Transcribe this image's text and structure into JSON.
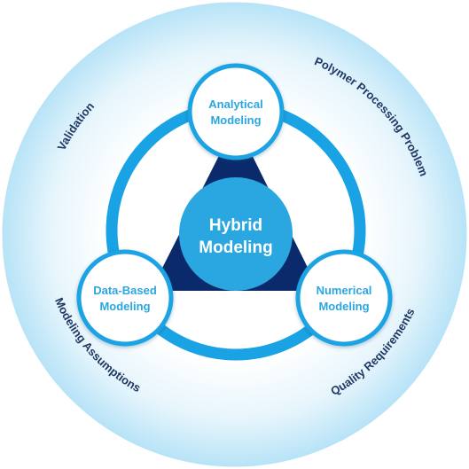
{
  "diagram": {
    "center": {
      "line1": "Hybrid",
      "line2": "Modeling"
    },
    "nodes": {
      "analytical": {
        "line1": "Analytical",
        "line2": "Modeling"
      },
      "data_based": {
        "line1": "Data-Based",
        "line2": "Modeling"
      },
      "numerical": {
        "line1": "Numerical",
        "line2": "Modeling"
      }
    },
    "outer_labels": {
      "validation": "Validation",
      "polymer": "Polymer Processing Problem",
      "assumptions": "Modeling Assumptions",
      "quality": "Quality Requirements"
    }
  },
  "colors": {
    "outer_glow_edge": "#b7e3f7",
    "ring_blue": "#1aa3e4",
    "triangle_navy": "#0b2a6b",
    "center_blue": "#2aa6e0",
    "node_border": "#1aa3e4",
    "node_fill": "#ffffff",
    "node_text": "#2aa6e0",
    "label_navy": "#1f3864"
  }
}
